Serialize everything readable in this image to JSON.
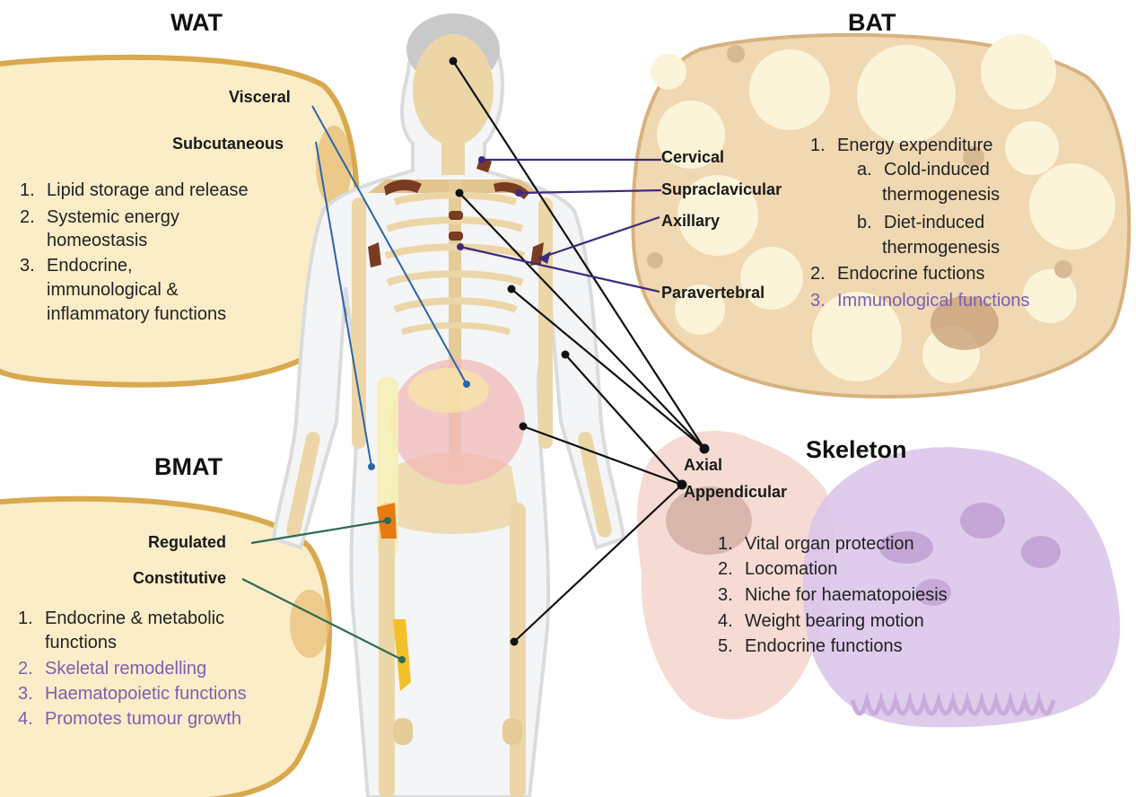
{
  "headings": {
    "wat": "WAT",
    "bat": "BAT",
    "bmat": "BMAT",
    "skeleton": "Skeleton"
  },
  "labels": {
    "visceral": "Visceral",
    "subcutaneous": "Subcutaneous",
    "cervical": "Cervical",
    "supraclavicular": "Supraclavicular",
    "axillary": "Axillary",
    "paravertebral": "Paravertebral",
    "axial": "Axial",
    "appendicular": "Appendicular",
    "regulated": "Regulated",
    "constitutive": "Constitutive"
  },
  "wat_functions": [
    {
      "num": "1.",
      "text": "Lipid storage and release"
    },
    {
      "num": "2.",
      "text": "Systemic energy",
      "cont": "homeostasis"
    },
    {
      "num": "3.",
      "text": "Endocrine,",
      "cont": "immunological &",
      "cont2": "inflammatory functions"
    }
  ],
  "bat_functions": {
    "item1": {
      "num": "1.",
      "text": "Energy expenditure"
    },
    "sub_a": {
      "num": "a.",
      "text": "Cold-induced",
      "cont": "thermogenesis"
    },
    "sub_b": {
      "num": "b.",
      "text": "Diet-induced",
      "cont": "thermogenesis"
    },
    "item2": {
      "num": "2.",
      "text": "Endocrine fuctions"
    },
    "item3": {
      "num": "3.",
      "text": "Immunological functions"
    }
  },
  "bmat_functions": [
    {
      "num": "1.",
      "text": "Endocrine & metabolic",
      "cont": "functions"
    },
    {
      "num": "2.",
      "text": "Skeletal remodelling"
    },
    {
      "num": "3.",
      "text": "Haematopoietic functions"
    },
    {
      "num": "4.",
      "text": "Promotes tumour growth"
    }
  ],
  "skeleton_functions": [
    {
      "num": "1.",
      "text": "Vital organ protection"
    },
    {
      "num": "2.",
      "text": "Locomation"
    },
    {
      "num": "3.",
      "text": "Niche for haematopoiesis"
    },
    {
      "num": "4.",
      "text": "Weight bearing motion"
    },
    {
      "num": "5.",
      "text": "Endocrine functions"
    }
  ],
  "colors": {
    "wat_fill": "#fbedc8",
    "wat_border": "#d8a94e",
    "bat_fill": "#efd8b2",
    "bat_border": "#d7b27f",
    "bat_droplet": "#fcf4d8",
    "brown_fat": "#7a3b23",
    "bone": "#ecd6a8",
    "body_outline": "#d9dbdd",
    "skeleton_cell": "#f3d5cd",
    "osteoclast": "#dcc5ea",
    "marrow_regulated": "#e77b12",
    "marrow_constitutive": "#f2c12a",
    "line_black": "#111111",
    "line_blue": "#2a64a8",
    "line_purple": "#3e2a7c",
    "line_green": "#2e6b55",
    "accent_purple_text": "#7c5fb0"
  },
  "icons": [
    "human-body-illustration",
    "wat-adipocyte-icon",
    "bat-adipocyte-icon",
    "bmat-adipocyte-icon",
    "bone-cell-icon"
  ]
}
